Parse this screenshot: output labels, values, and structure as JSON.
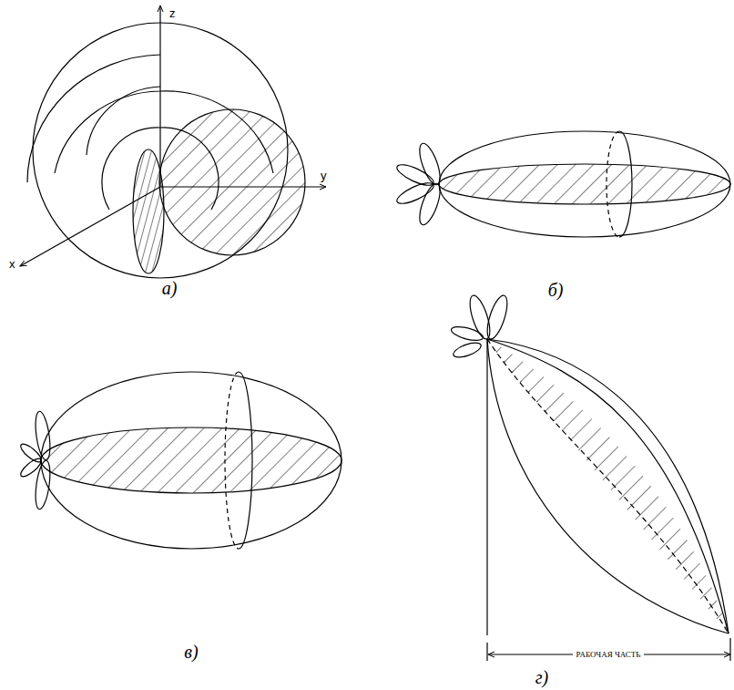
{
  "diagram": {
    "labels": [
      "z",
      "y",
      "x",
      "а)",
      "б)",
      "в)",
      "г)",
      "РАБОЧАЯ ЧАСТЬ"
    ]
  }
}
